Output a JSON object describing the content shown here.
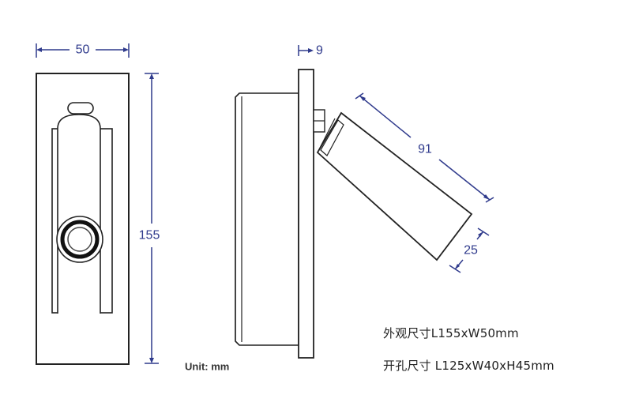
{
  "dimensions": {
    "width": "50",
    "height": "155",
    "depth": "9",
    "arm_length": "91",
    "head_diameter": "25"
  },
  "unit_label": "Unit: mm",
  "specs": {
    "outer_size": "外观尺寸L155xW50mm",
    "cutout_size": "开孔尺寸 L125xW40xH45mm"
  },
  "colors": {
    "dimension_line": "#2f3a8c",
    "outline": "#222222"
  }
}
